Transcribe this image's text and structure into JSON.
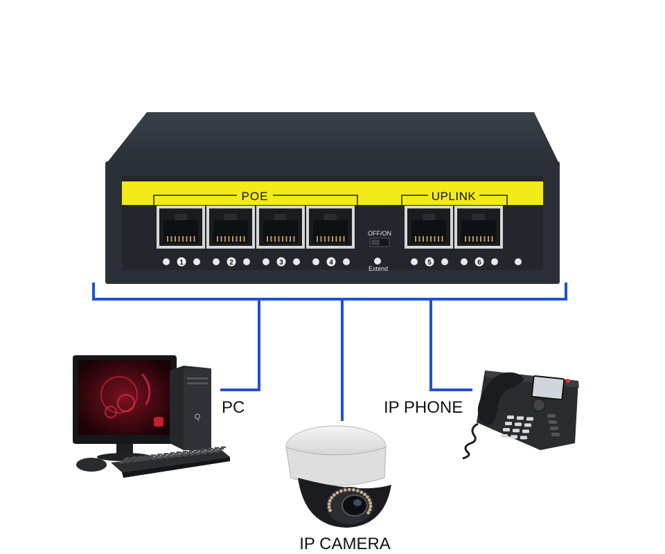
{
  "switch": {
    "poe_label": "POE",
    "uplink_label": "UPLINK",
    "switch_label_top": "OFF/ON",
    "switch_label_bottom": "Extend",
    "port_numbers": [
      "1",
      "2",
      "3",
      "4",
      "5",
      "6"
    ],
    "colors": {
      "chassis": "#2b3038",
      "face": "#23262c",
      "strip": "#f2ea19",
      "port_frame": "#d6d6d6"
    }
  },
  "connections": {
    "line_color": "#2250d0",
    "devices": [
      {
        "name": "pc",
        "label": "PC",
        "icon": "desktop-computer-icon"
      },
      {
        "name": "camera",
        "label": "IP CAMERA",
        "icon": "dome-camera-icon"
      },
      {
        "name": "phone",
        "label": "IP PHONE",
        "icon": "desk-phone-icon"
      }
    ]
  }
}
